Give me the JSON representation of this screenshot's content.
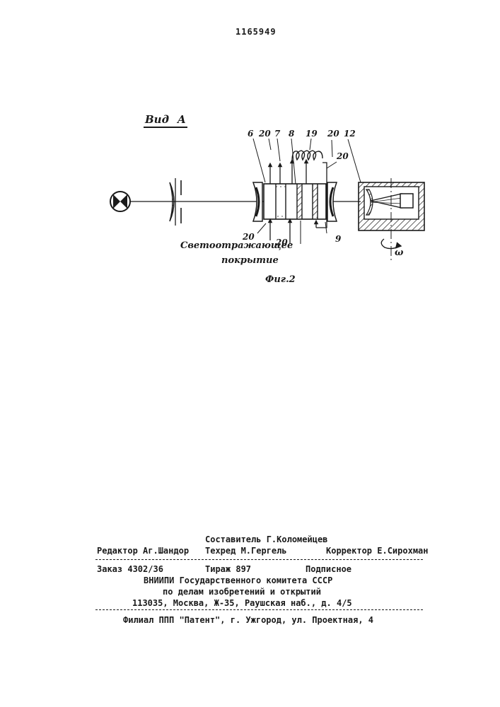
{
  "header": {
    "patent_number": "1165949"
  },
  "figure": {
    "view_label": "Вид",
    "view_letter": "A",
    "caption": "Фиг.2",
    "coating_line1": "Светоотражающее",
    "coating_line2": "покрытие",
    "omega": "ω",
    "numbers": [
      "6",
      "20",
      "7",
      "19",
      "8",
      "20",
      "12",
      "20",
      "20",
      "20",
      "9"
    ]
  },
  "imprint": {
    "compiler": "Составитель Г.Коломейцев",
    "editor": "Редактор Аг.Шандор",
    "techred": "Техред М.Гергель",
    "corrector": "Корректор Е.Сирохман",
    "order": "Заказ 4302/36",
    "circulation": "Тираж 897",
    "subscription": "Подписное",
    "org_line1": "ВНИИПИ Государственного комитета СССР",
    "org_line2": "по делам изобретений и открытий",
    "address": "113035, Москва, Ж-35, Раушская наб., д. 4/5",
    "branch": "Филиал ППП \"Патент\", г. Ужгород, ул. Проектная, 4"
  }
}
